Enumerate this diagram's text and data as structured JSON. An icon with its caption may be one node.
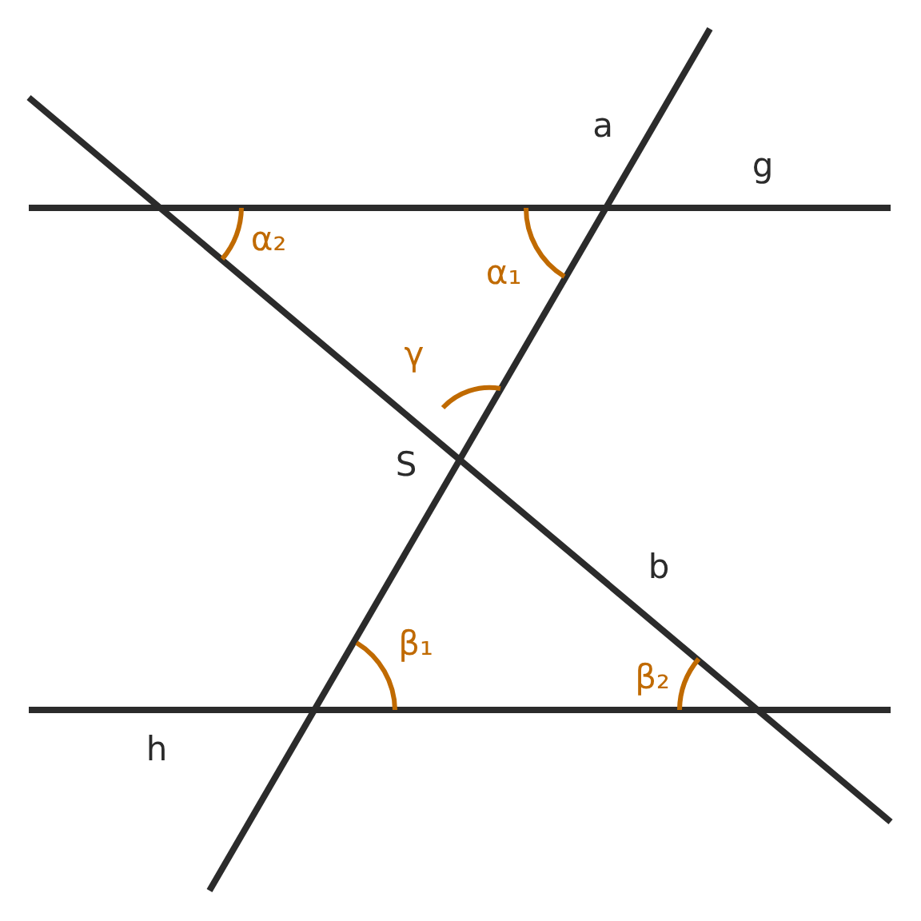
{
  "diagram": {
    "labels": [
      "a",
      "g",
      "α₂",
      "α₁",
      "γ",
      "S",
      "b",
      "β₁",
      "β₂",
      "h"
    ]
  }
}
